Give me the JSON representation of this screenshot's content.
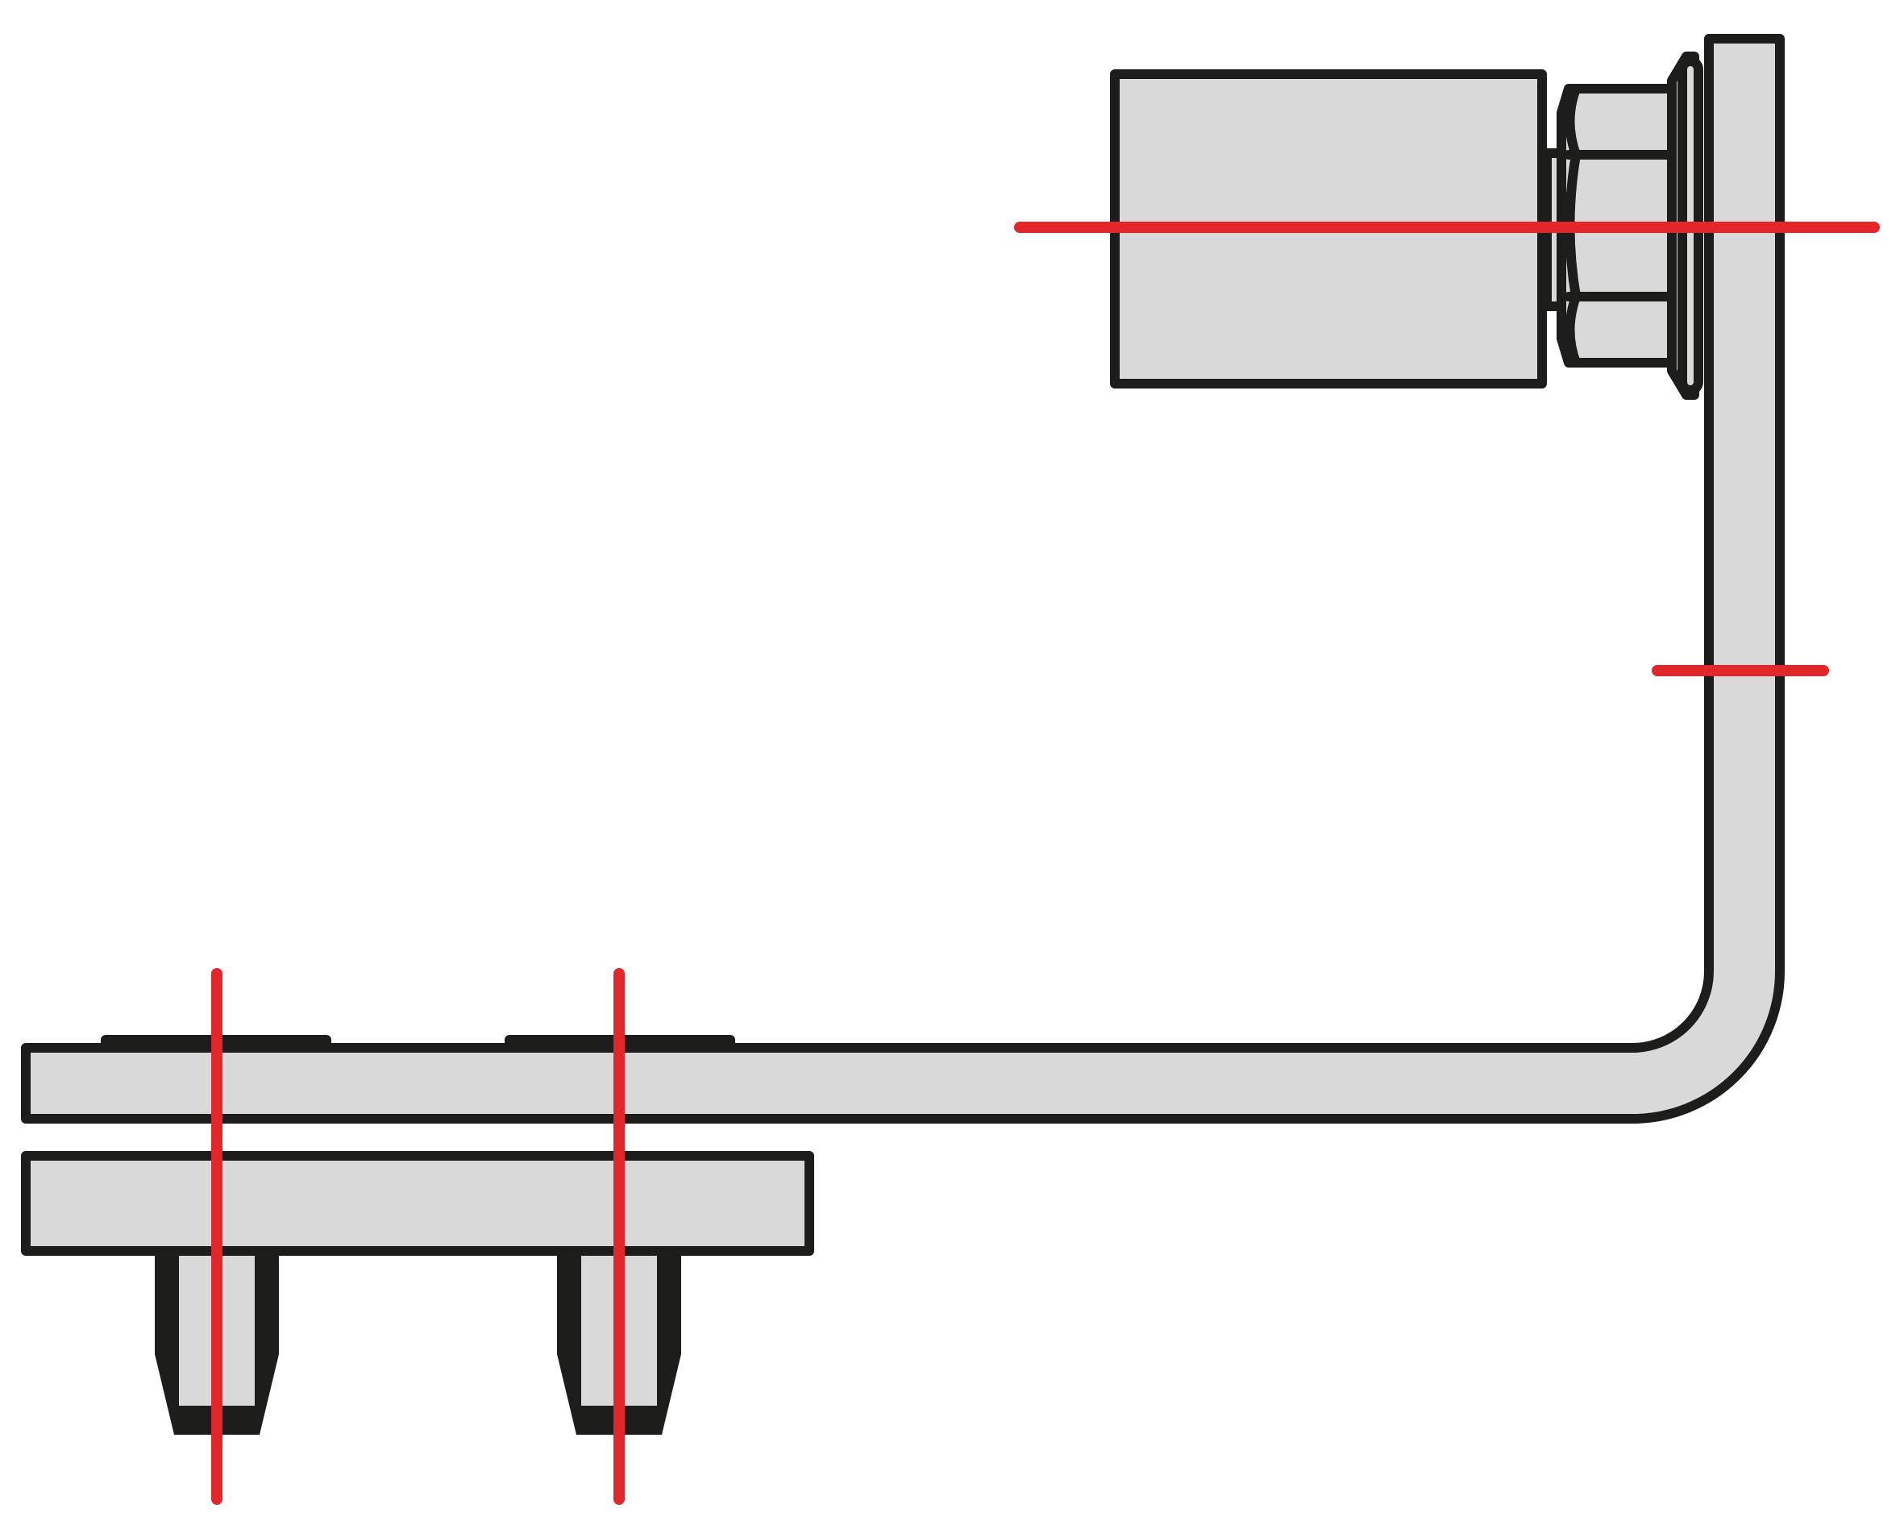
{
  "drawing": {
    "colors": {
      "fill": "#d9d9d9",
      "outline": "#1d1d1b",
      "axis": "#e3262a",
      "background": "#ffffff"
    },
    "components": [
      "cylindrical-housing",
      "hex-nut",
      "washer",
      "l-bracket",
      "mounting-plate",
      "bolt-head-left",
      "bolt-head-right",
      "fastener-left",
      "fastener-right",
      "centerline-horizontal-sensor",
      "centerline-horizontal-bend",
      "centerline-vertical-left",
      "centerline-vertical-right"
    ]
  }
}
